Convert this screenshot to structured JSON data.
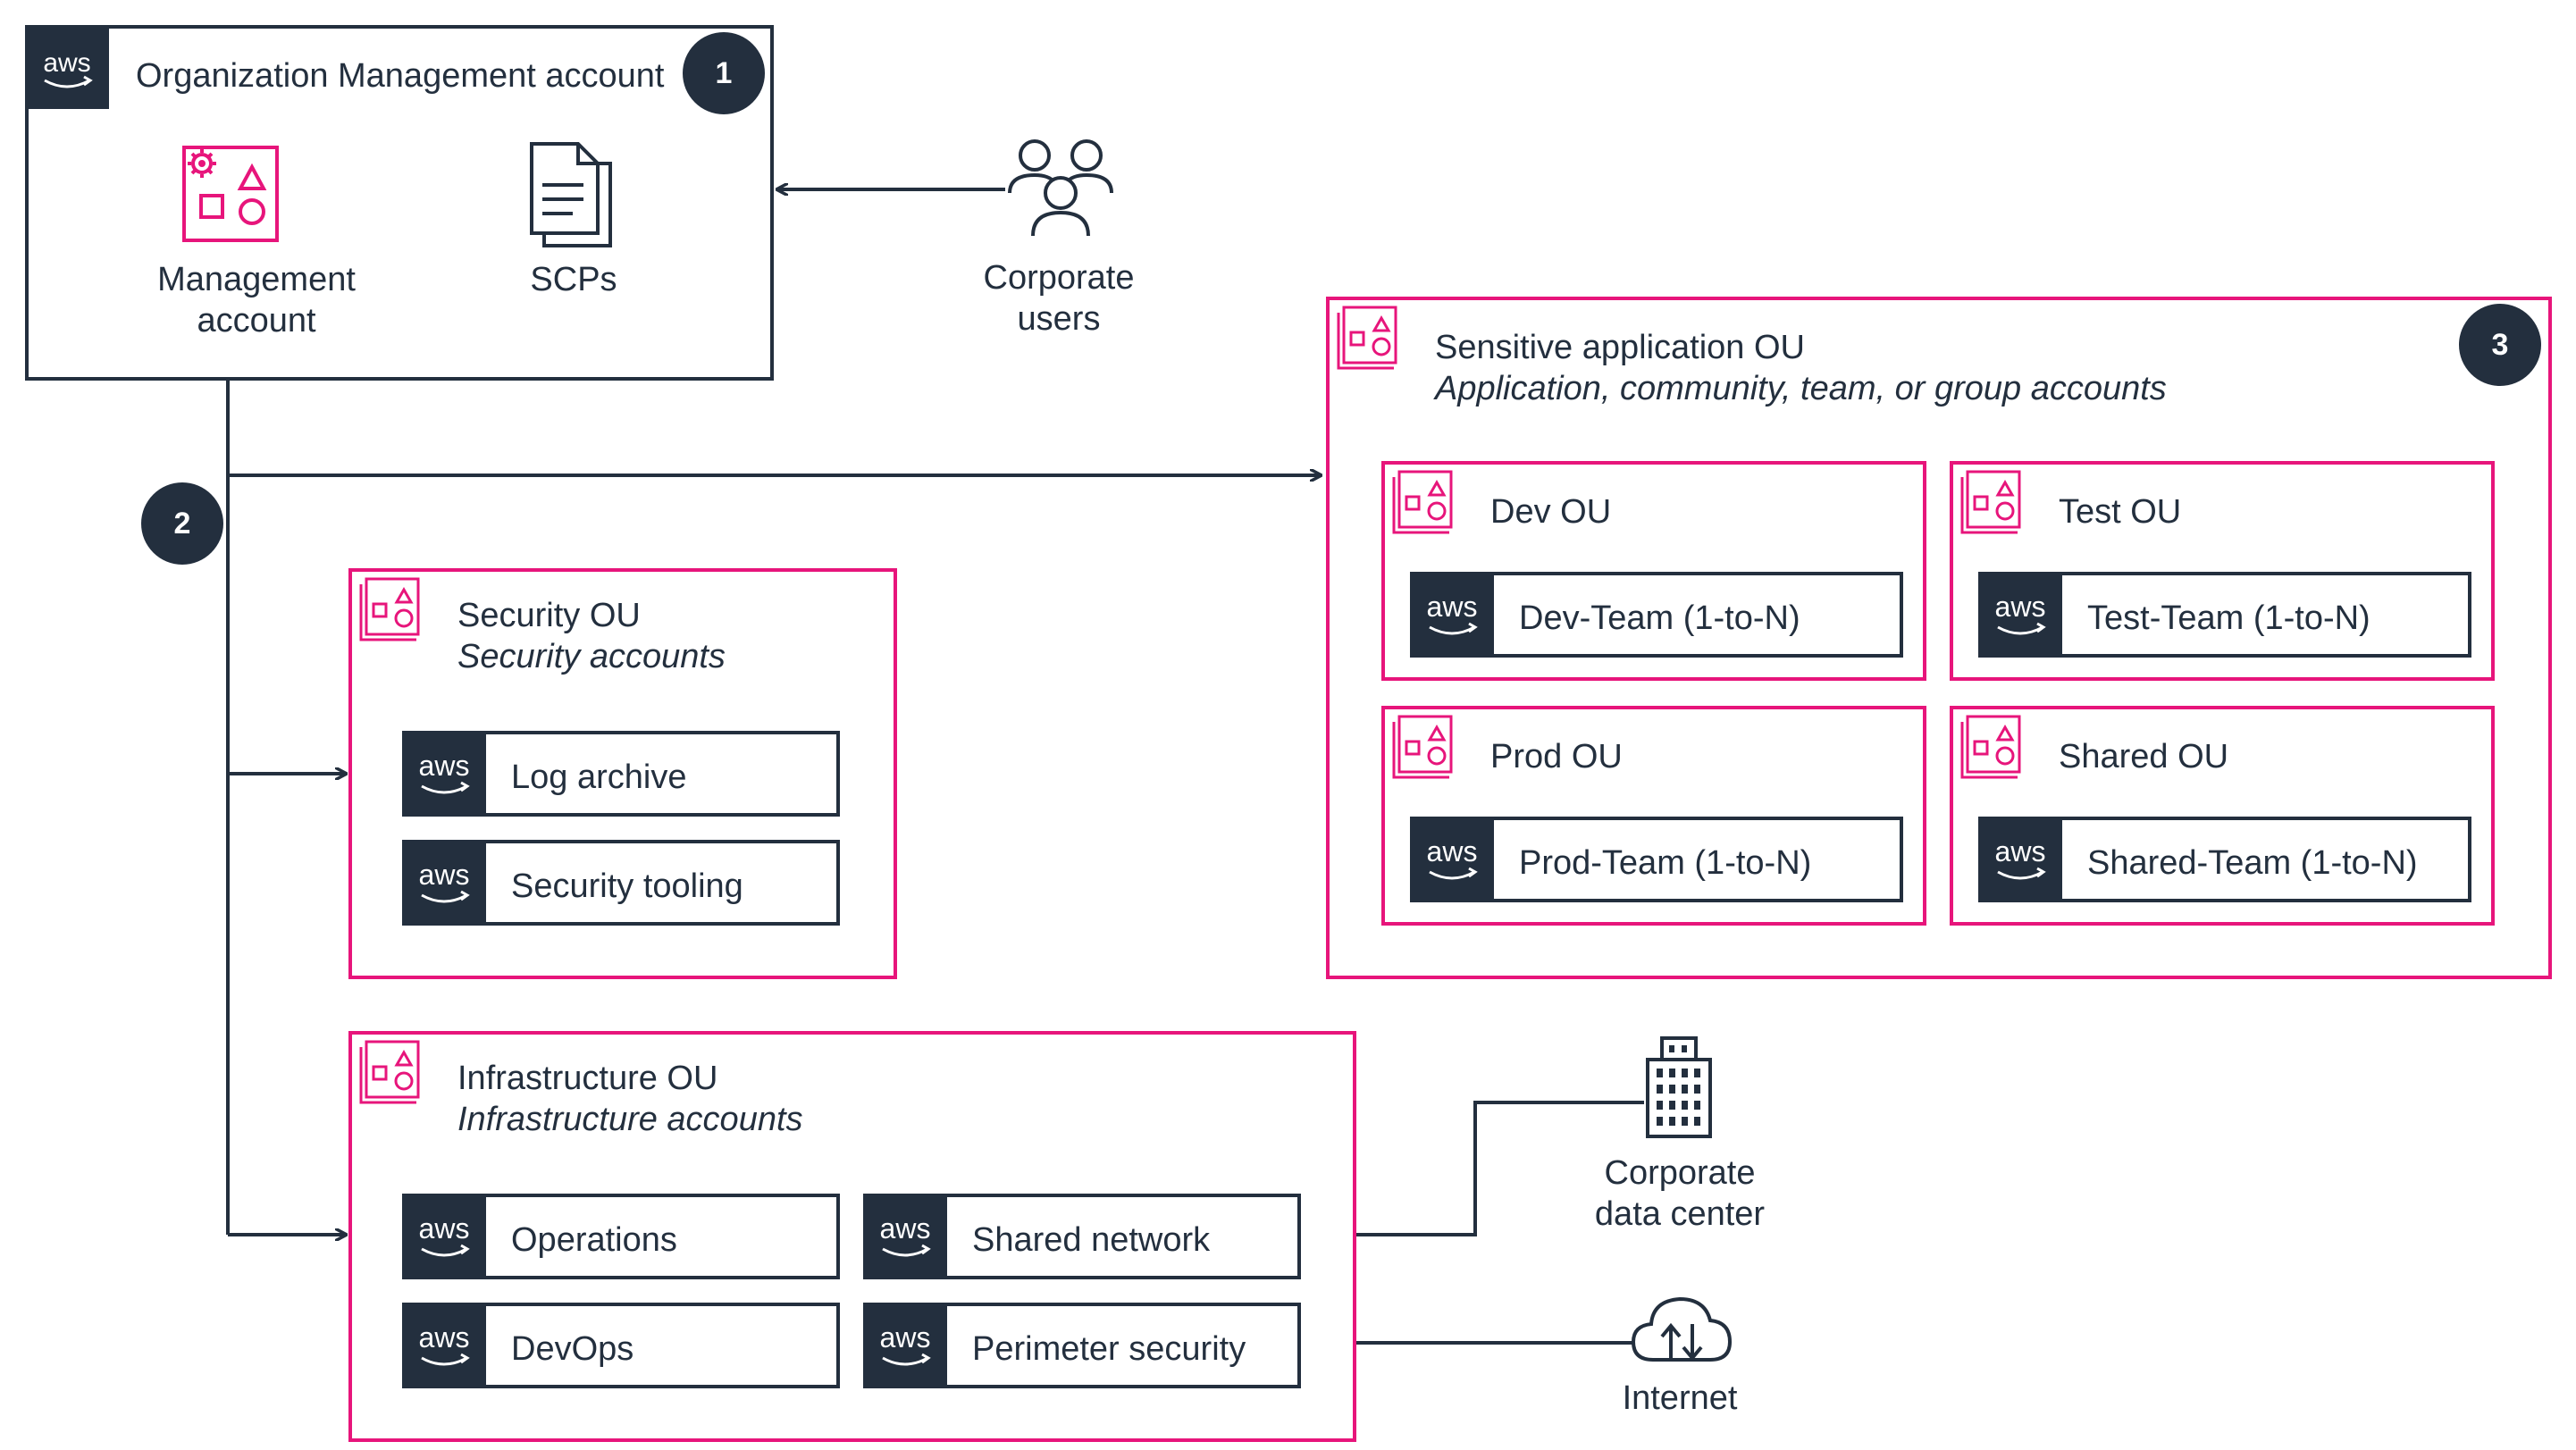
{
  "mgmt": {
    "title": "Organization Management account",
    "step": "1",
    "management_account_label_line1": "Management",
    "management_account_label_line2": "account",
    "scps_label": "SCPs"
  },
  "corporate_users": {
    "line1": "Corporate",
    "line2": "users"
  },
  "step2": "2",
  "step3": "3",
  "security_ou": {
    "title": "Security OU",
    "subtitle": "Security accounts",
    "accounts": [
      "Log archive",
      "Security tooling"
    ]
  },
  "infrastructure_ou": {
    "title": "Infrastructure OU",
    "subtitle": "Infrastructure accounts",
    "accounts": [
      "Operations",
      "DevOps",
      "Shared network",
      "Perimeter security"
    ]
  },
  "sensitive_ou": {
    "title": "Sensitive application OU",
    "subtitle": "Application, community, team, or group accounts",
    "sub_ous": [
      {
        "title": "Dev OU",
        "account": "Dev-Team (1-to-N)"
      },
      {
        "title": "Test OU",
        "account": "Test-Team (1-to-N)"
      },
      {
        "title": "Prod OU",
        "account": "Prod-Team (1-to-N)"
      },
      {
        "title": "Shared OU",
        "account": "Shared-Team (1-to-N)"
      }
    ]
  },
  "datacenter": {
    "line1": "Corporate",
    "line2": "data center"
  },
  "internet": {
    "label": "Internet"
  },
  "aws_logo_text": "aws",
  "colors": {
    "dark": "#232f3e",
    "pink": "#e7157b",
    "white": "#ffffff"
  }
}
